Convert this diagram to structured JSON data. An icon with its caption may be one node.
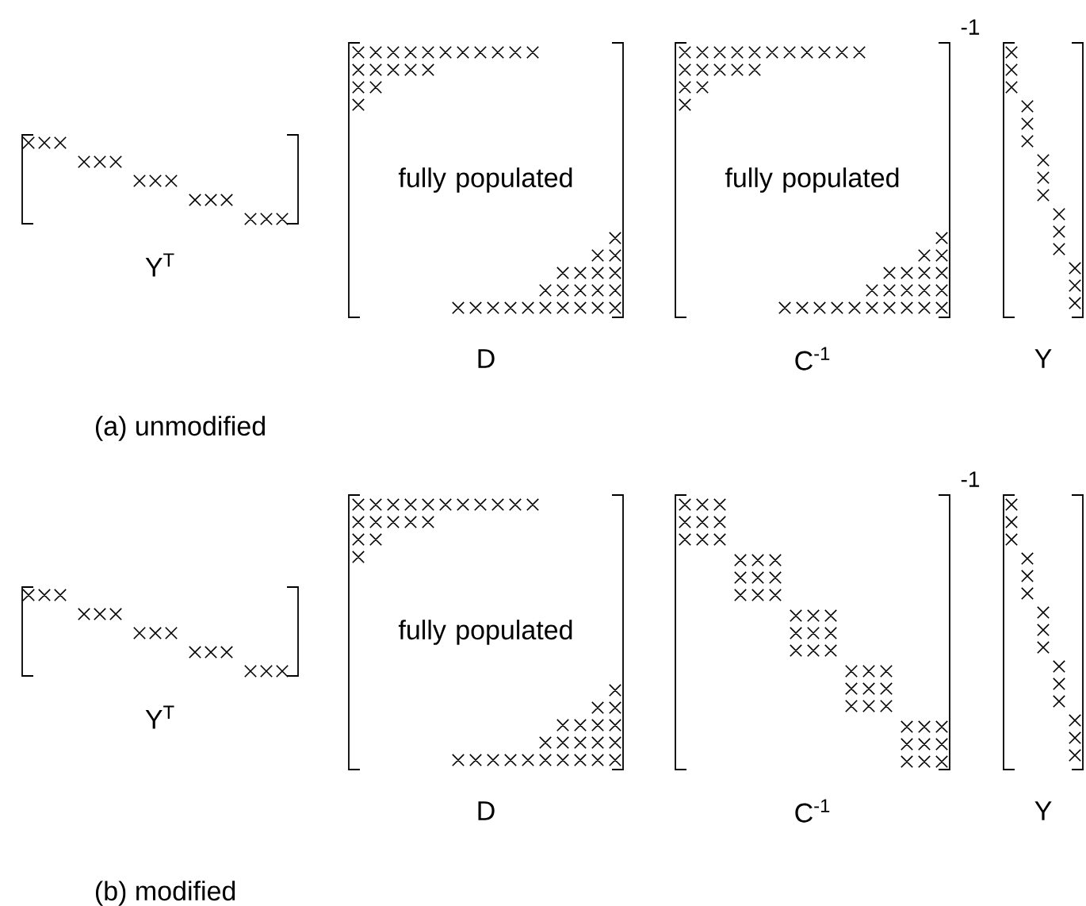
{
  "diagram": {
    "nodes": [
      {
        "text": [],
        "shape": "matrix",
        "beside": [
          "Y$^{T}$"
        ]
      },
      {
        "text": [
          "fully populated"
        ],
        "beside": [
          "D"
        ]
      },
      {
        "text": [
          "fully populated"
        ],
        "beside": [
          "-1",
          "C$^{-1}$"
        ]
      },
      {
        "text": [],
        "shape": "matrix",
        "beside": [
          "Y"
        ]
      },
      {
        "text": [],
        "shape": "matrix",
        "beside": [
          "Y$^{T}$"
        ]
      },
      {
        "text": [
          "fully populated"
        ],
        "beside": [
          "D"
        ]
      },
      {
        "text": [],
        "shape": "matrix",
        "beside": [
          "-1",
          "C$^{-1}$"
        ]
      },
      {
        "text": [],
        "shape": "matrix",
        "beside": [
          "Y"
        ]
      }
    ],
    "labels": [
      "(a)  unmodified",
      "(b)  modified"
    ]
  }
}
